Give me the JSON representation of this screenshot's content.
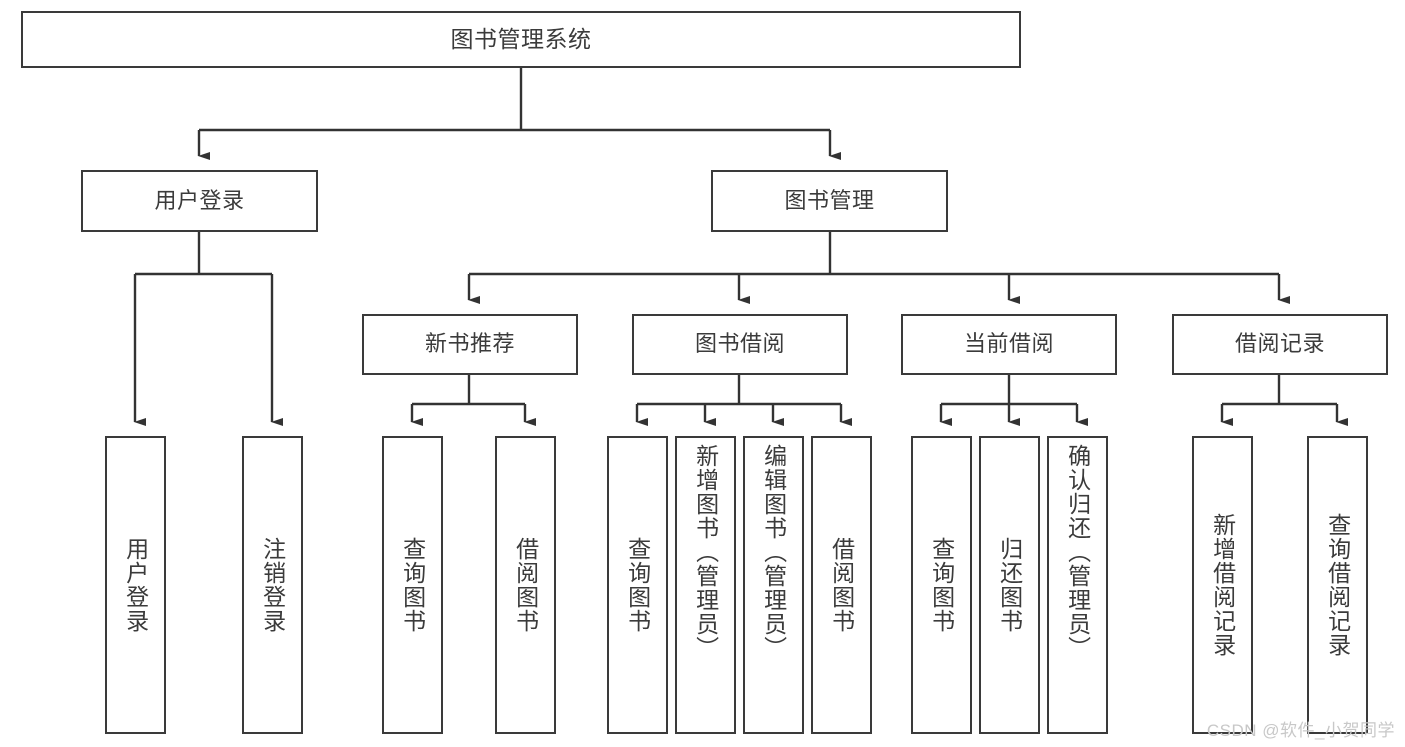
{
  "diagram": {
    "title": "图书管理系统",
    "type": "tree-hierarchy-diagram",
    "watermark": "CSDN @软件_小贺同学",
    "colors": {
      "box_border": "#3a3a3a",
      "box_fill": "#ffffff",
      "text": "#3b3b3b",
      "edge": "#333333",
      "watermark": "#c8c8c8"
    },
    "root": {
      "label": "图书管理系统"
    },
    "level2": [
      {
        "label": "用户登录"
      },
      {
        "label": "图书管理"
      }
    ],
    "level3": [
      {
        "label": "新书推荐"
      },
      {
        "label": "图书借阅"
      },
      {
        "label": "当前借阅"
      },
      {
        "label": "借阅记录"
      }
    ],
    "leaves": [
      {
        "label": "用户登录"
      },
      {
        "label": "注销登录"
      },
      {
        "label": "查询图书"
      },
      {
        "label": "借阅图书"
      },
      {
        "label": "查询图书"
      },
      {
        "label": "新增图书（管理员）"
      },
      {
        "label": "编辑图书（管理员）"
      },
      {
        "label": "借阅图书"
      },
      {
        "label": "查询图书"
      },
      {
        "label": "归还图书"
      },
      {
        "label": "确认归还（管理员）"
      },
      {
        "label": "新增借阅记录"
      },
      {
        "label": "查询借阅记录"
      }
    ]
  }
}
